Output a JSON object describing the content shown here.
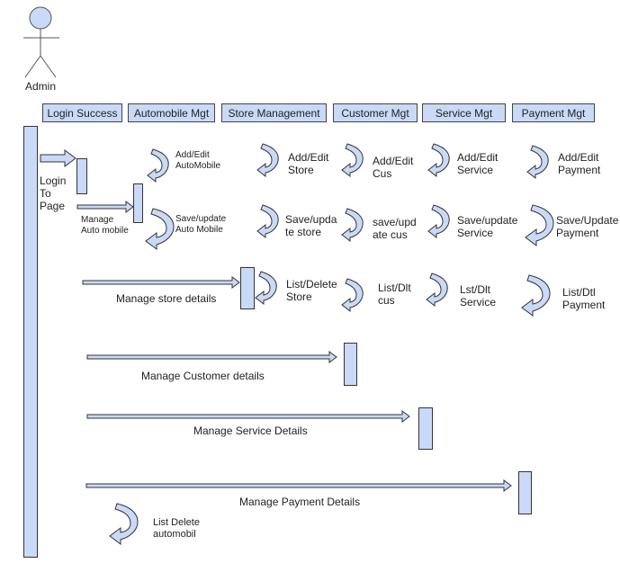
{
  "actor": {
    "name": "Admin"
  },
  "lifelines": [
    "Login Success",
    "Automobile Mgt",
    "Store Management",
    "Customer Mgt",
    "Service Mgt",
    "Payment Mgt"
  ],
  "messages": {
    "login_to_page": "Login\nTo\nPage",
    "manage_auto_mobile": "Manage\nAuto mobile",
    "manage_store": "Manage store details",
    "manage_customer": "Manage Customer details",
    "manage_service": "Manage Service Details",
    "manage_payment": "Manage Payment Details"
  },
  "self_calls": {
    "automobile": {
      "add": "Add/Edit\nAutoMobile",
      "save": "Save/update\nAuto Mobile",
      "list": "List Delete\nautomobil"
    },
    "store": {
      "add": "Add/Edit\nStore",
      "save": "Save/upda\nte store",
      "list": "List/Delete\nStore"
    },
    "customer": {
      "add": "Add/Edit\nCus",
      "save": "save/upd\nate cus",
      "list": "List/Dlt\ncus"
    },
    "service": {
      "add": "Add/Edit\nService",
      "save": "Save/update\nService",
      "list": "Lst/Dlt\nService"
    },
    "payment": {
      "add": "Add/Edit\nPayment",
      "save": "Save/Update\nPayment",
      "list": "List/Dtl\nPayment"
    }
  },
  "colors": {
    "fill": "#c9daf8",
    "stroke": "#333333"
  }
}
